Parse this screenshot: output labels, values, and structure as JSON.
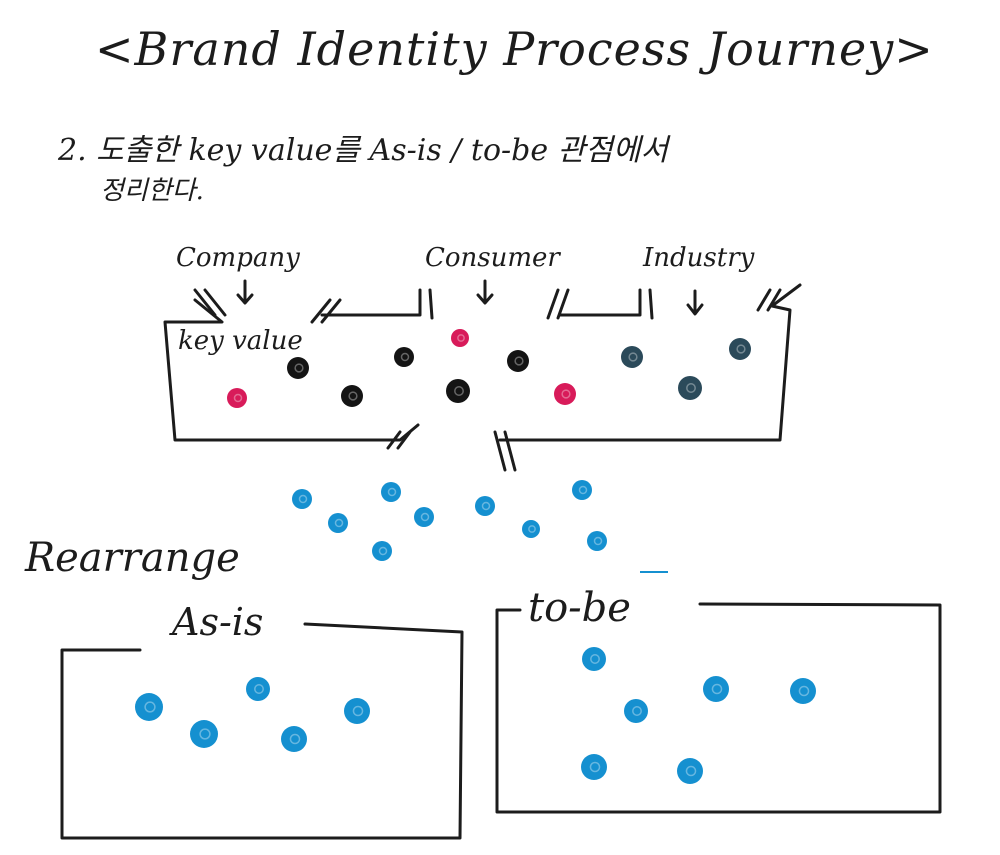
{
  "title": "<Brand Identity Process Journey>",
  "subtitle": {
    "line1": "2. 도출한 key value를  As-is / to-be 관점에서",
    "line2": "정리한다."
  },
  "sources": {
    "company": "Company",
    "consumer": "Consumer",
    "industry": "Industry"
  },
  "key_value_label": "key value",
  "rearrange_label": "Rearrange",
  "asis_label": "As-is",
  "tobe_label": "to-be",
  "colors": {
    "ink": "#1c1c1c",
    "pink": "#d81b5a",
    "black_dot": "#141414",
    "teal_dark": "#2b4a5a",
    "blue": "#1590d0"
  }
}
